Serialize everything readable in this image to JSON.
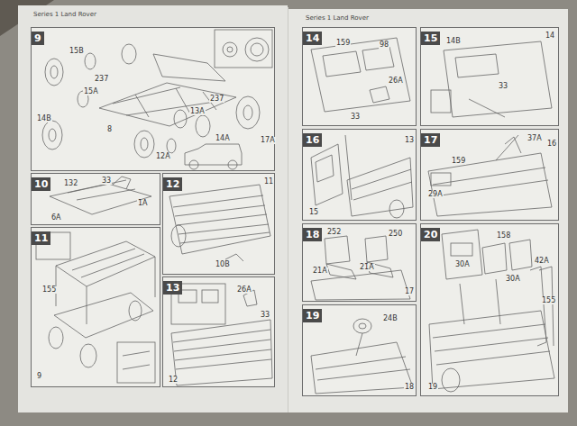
{
  "diagram": {
    "nodes": [
      {
        "text": [
          "9"
        ]
      },
      {
        "text": [
          "10"
        ]
      },
      {
        "text": [
          "11"
        ]
      },
      {
        "text": [
          "12"
        ]
      },
      {
        "text": [
          "13"
        ]
      },
      {
        "text": [
          "14"
        ]
      },
      {
        "text": [
          "15"
        ]
      },
      {
        "text": [
          "16"
        ]
      },
      {
        "text": [
          "17"
        ]
      },
      {
        "text": [
          "18"
        ]
      },
      {
        "text": [
          "19"
        ]
      },
      {
        "text": [
          "20"
        ]
      }
    ],
    "labels": [
      "Series 1 Land Rover",
      "Series 1 Land Rover",
      "15B",
      "237",
      "15A",
      "14B",
      "8",
      "237",
      "13A",
      "14A",
      "12A",
      "17A",
      "132",
      "33",
      "1A",
      "6A",
      "155",
      "9",
      "11",
      "10B",
      "26A",
      "33",
      "12",
      "159",
      "98",
      "33",
      "26A",
      "14B",
      "33",
      "14",
      "15",
      "13",
      "159",
      "37A",
      "29A",
      "16",
      "252",
      "250",
      "21A",
      "21A",
      "17",
      "24B",
      "18",
      "158",
      "30A",
      "30A",
      "42A",
      "155",
      "19"
    ]
  }
}
